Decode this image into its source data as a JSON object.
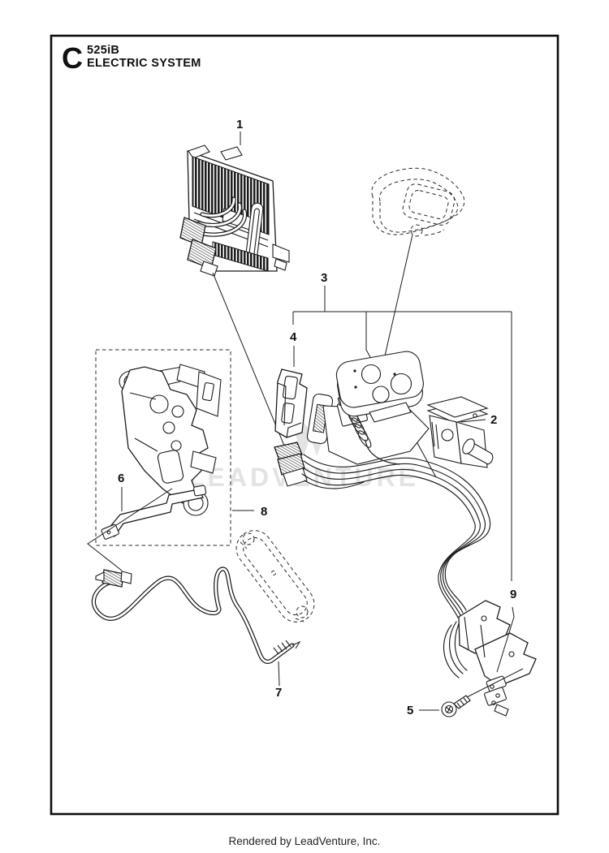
{
  "header": {
    "section_letter": "C",
    "model": "525iB",
    "system_title": "ELECTRIC SYSTEM"
  },
  "watermark": {
    "text": "LEADVENTURE"
  },
  "footer": {
    "credit": "Rendered by LeadVenture, Inc."
  },
  "callouts": [
    {
      "number": "1"
    },
    {
      "number": "2"
    },
    {
      "number": "3"
    },
    {
      "number": "4"
    },
    {
      "number": "5"
    },
    {
      "number": "6"
    },
    {
      "number": "7"
    },
    {
      "number": "8"
    },
    {
      "number": "9"
    }
  ],
  "colors": {
    "line": "#1c1c1c",
    "watermark": "#e3e3e3",
    "background": "#ffffff"
  }
}
